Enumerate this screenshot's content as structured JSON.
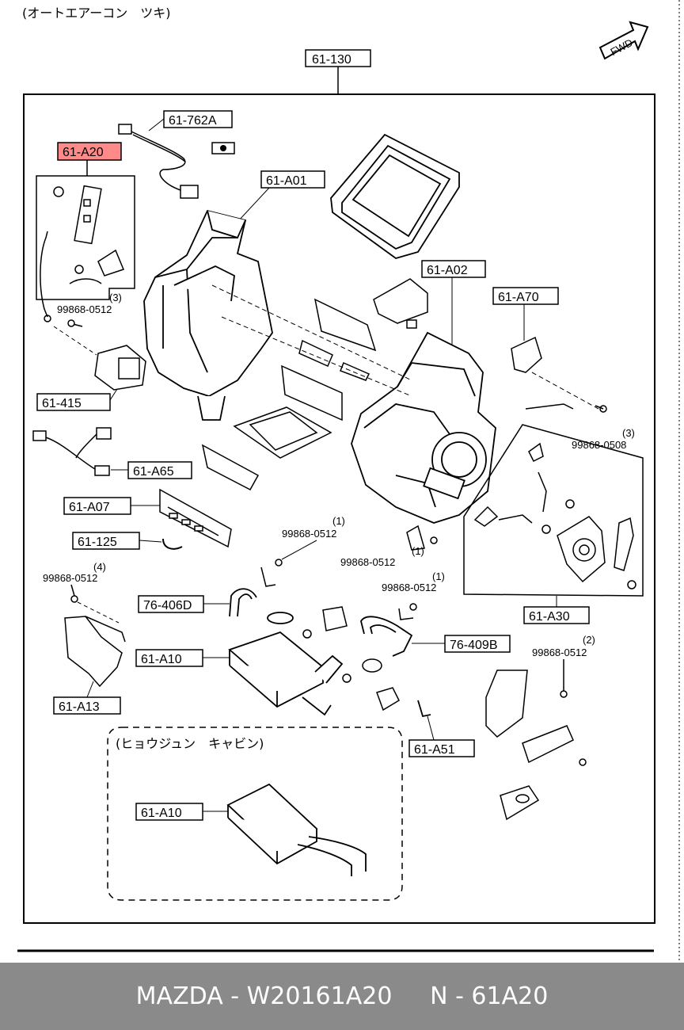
{
  "header": {
    "title": "(オートエアーコン　ツキ)",
    "fwd_badge": "FWD"
  },
  "labels": {
    "p61_130": "61-130",
    "p61_762A": "61-762A",
    "p61_A20": "61-A20",
    "p61_A01": "61-A01",
    "p61_A02": "61-A02",
    "p61_A70": "61-A70",
    "p61_415": "61-415",
    "p61_A65": "61-A65",
    "p61_A07": "61-A07",
    "p61_125": "61-125",
    "p76_406D": "76-406D",
    "p61_A10": "61-A10",
    "p76_409B": "76-409B",
    "p61_A13": "61-A13",
    "p61_A51": "61-A51",
    "p61_A30": "61-A30",
    "p61_A10_alt": "61-A10"
  },
  "bolts": {
    "b1_code": "99868-0512",
    "b1_qty": "(3)",
    "b2_code": "99868-0508",
    "b2_qty": "(3)",
    "b3_code": "99868-0512",
    "b3_qty": "(1)",
    "b4_code": "99868-0512",
    "b4_qty": "(1)",
    "b5_code": "99868-0512",
    "b5_qty": "(4)",
    "b6_code": "99868-0512",
    "b6_qty": "(1)",
    "b7_code": "99868-0512",
    "b7_qty": "(2)"
  },
  "inset": {
    "title": "(ヒョウジュン　キャビン)"
  },
  "footer": {
    "text": "MAZDA - W20161A20     N - 61A20"
  },
  "colors": {
    "highlight": "#ff8a8a",
    "footer_bg": "#8a8a8a",
    "ink": "#000000"
  }
}
